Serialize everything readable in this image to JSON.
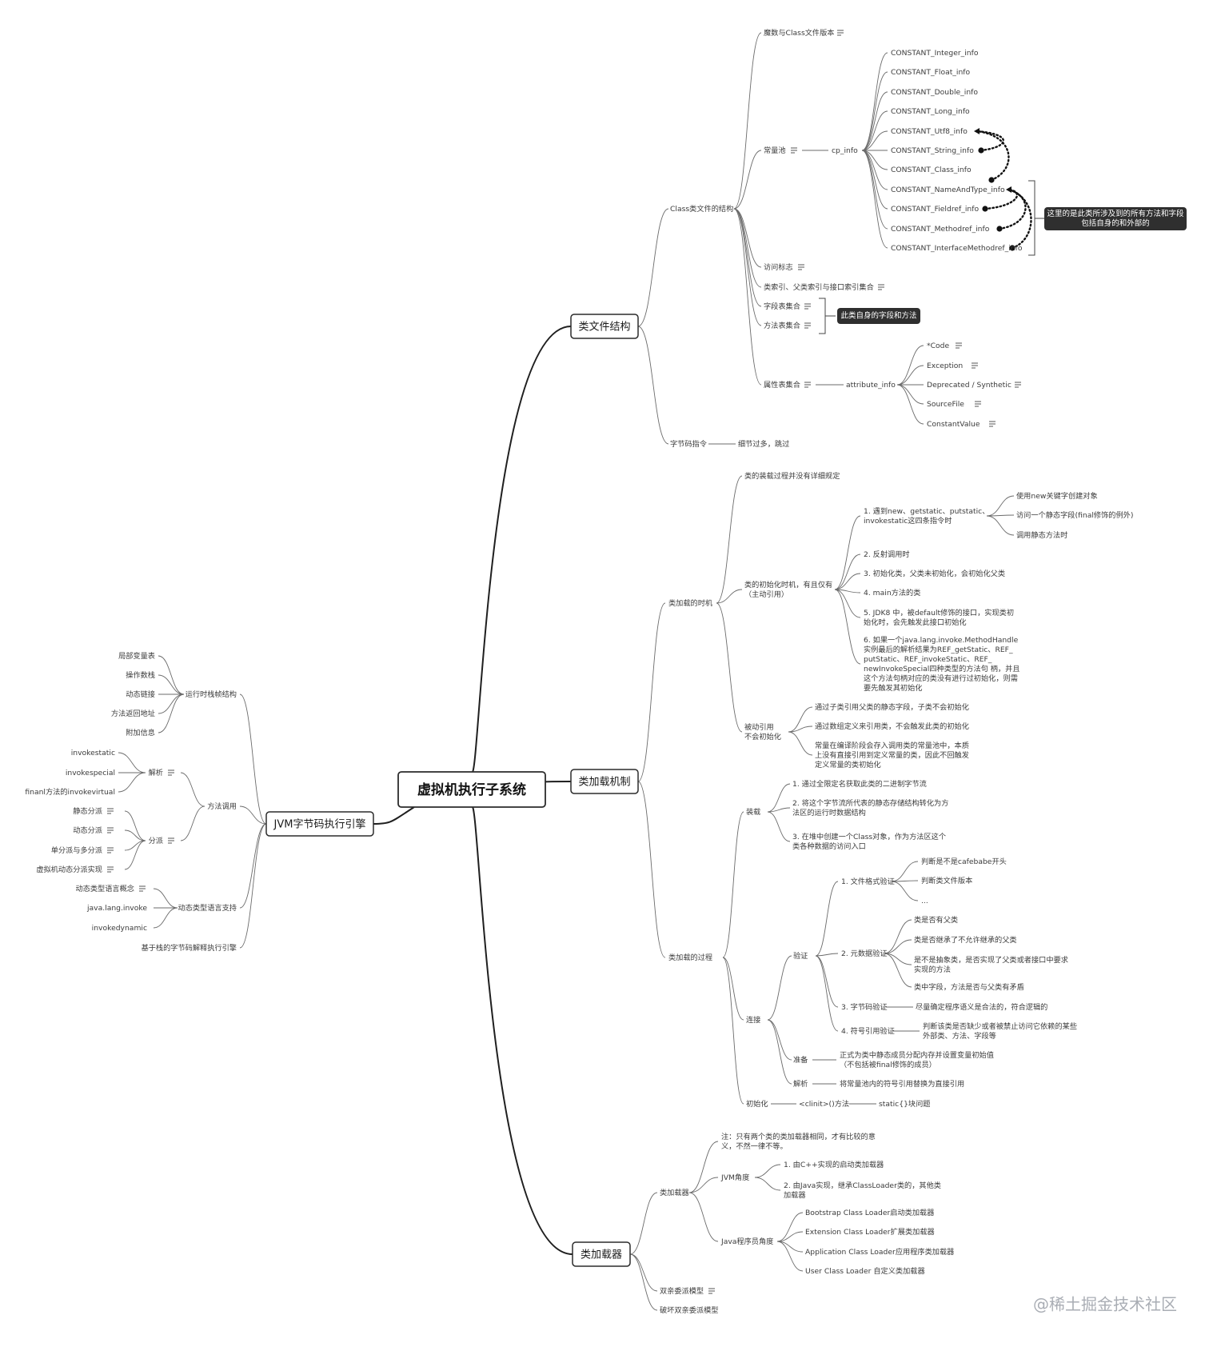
{
  "diagram": {
    "type": "mind-map",
    "root": "虚拟机执行子系统",
    "watermark": "@稀土掘金技术社区",
    "notes": {
      "cp_note_l1": "这里的是此类所涉及到的所有方法和字段",
      "cp_note_l2": "包括自身的和外部的",
      "field_method_note": "此类自身的字段和方法"
    },
    "branches": [
      {
        "label": "类文件结构",
        "children": [
          {
            "label": "Class类文件的结构",
            "children": [
              {
                "label": "魔数与Class文件版本",
                "has_note": true
              },
              {
                "label": "常量池",
                "has_note": true,
                "children": [
                  {
                    "label": "cp_info",
                    "children": [
                      {
                        "label": "CONSTANT_Integer_info"
                      },
                      {
                        "label": "CONSTANT_Float_info"
                      },
                      {
                        "label": "CONSTANT_Double_info"
                      },
                      {
                        "label": "CONSTANT_Long_info"
                      },
                      {
                        "label": "CONSTANT_Utf8_info"
                      },
                      {
                        "label": "CONSTANT_String_info"
                      },
                      {
                        "label": "CONSTANT_Class_info"
                      },
                      {
                        "label": "CONSTANT_NameAndType_info"
                      },
                      {
                        "label": "CONSTANT_Fieldref_info"
                      },
                      {
                        "label": "CONSTANT_Methodref_info"
                      },
                      {
                        "label": "CONSTANT_InterfaceMethodref_info"
                      }
                    ]
                  }
                ]
              },
              {
                "label": "访问标志",
                "has_note": true
              },
              {
                "label": "类索引、父类索引与接口索引集合",
                "has_note": true
              },
              {
                "label": "字段表集合",
                "has_note": true
              },
              {
                "label": "方法表集合",
                "has_note": true
              },
              {
                "label": "属性表集合",
                "has_note": true,
                "children": [
                  {
                    "label": "attribute_info",
                    "children": [
                      {
                        "label": "*Code",
                        "has_note": true
                      },
                      {
                        "label": "Exception",
                        "has_note": true
                      },
                      {
                        "label": "Deprecated / Synthetic",
                        "has_note": true
                      },
                      {
                        "label": "SourceFile",
                        "has_note": true
                      },
                      {
                        "label": "ConstantValue",
                        "has_note": true
                      }
                    ]
                  }
                ]
              }
            ]
          },
          {
            "label": "字节码指令",
            "children": [
              {
                "label": "细节过多，跳过"
              }
            ]
          }
        ]
      },
      {
        "label": "类加载机制",
        "children": [
          {
            "label": "类加载的时机",
            "children": [
              {
                "label": "类的装载过程并没有详细规定"
              },
              {
                "label": "类的初始化时机，有且仅有\n（主动引用）",
                "children": [
                  {
                    "label": "1. 遇到new、getstatic、putstatic、\ninvokestatic这四条指令时",
                    "children": [
                      {
                        "label": "使用new关键字创建对象"
                      },
                      {
                        "label": "访问一个静态字段(final修饰的例外)"
                      },
                      {
                        "label": "调用静态方法时"
                      }
                    ]
                  },
                  {
                    "label": "2. 反射调用时"
                  },
                  {
                    "label": "3. 初始化类，父类未初始化，会初始化父类"
                  },
                  {
                    "label": "4. main方法的类"
                  },
                  {
                    "label": "5. JDK8 中，被default修饰的接口，实现类初\n始化时，会先触发此接口初始化"
                  },
                  {
                    "label": "6. 如果一个java.lang.invoke.MethodHandle\n实例最后的解析结果为REF_getStatic、REF_\nputStatic、REF_invokeStatic、REF_\nnewInvokeSpecial四种类型的方法句 柄，并且\n这个方法句柄对应的类没有进行过初始化，则需\n要先触发其初始化"
                  }
                ]
              },
              {
                "label": "被动引用\n不会初始化",
                "children": [
                  {
                    "label": "通过子类引用父类的静态字段，子类不会初始化"
                  },
                  {
                    "label": "通过数组定义来引用类，不会触发此类的初始化"
                  },
                  {
                    "label": "常量在编译阶段会存入调用类的常量池中，本质\n上没有直接引用到定义常量的类，因此不回触发\n定义常量的类初始化"
                  }
                ]
              }
            ]
          },
          {
            "label": "类加载的过程",
            "children": [
              {
                "label": "装载",
                "children": [
                  {
                    "label": "1. 通过全限定名获取此类的二进制字节流"
                  },
                  {
                    "label": "2. 将这个字节流所代表的静态存储结构转化为方\n法区的运行时数据结构"
                  },
                  {
                    "label": "3. 在堆中创建一个Class对象，作为方法区这个\n类各种数据的访问入口"
                  }
                ]
              },
              {
                "label": "连接",
                "children": [
                  {
                    "label": "验证",
                    "children": [
                      {
                        "label": "1. 文件格式验证",
                        "children": [
                          {
                            "label": "判断是不是cafebabe开头"
                          },
                          {
                            "label": "判断类文件版本"
                          },
                          {
                            "label": "..."
                          }
                        ]
                      },
                      {
                        "label": "2. 元数据验证",
                        "children": [
                          {
                            "label": "类是否有父类"
                          },
                          {
                            "label": "类是否继承了不允许继承的父类"
                          },
                          {
                            "label": "是不是抽象类，是否实现了父类或者接口中要求\n实现的方法"
                          },
                          {
                            "label": "类中字段，方法是否与父类有矛盾"
                          }
                        ]
                      },
                      {
                        "label": "3. 字节码验证",
                        "children": [
                          {
                            "label": "尽量确定程序语义是合法的，符合逻辑的"
                          }
                        ]
                      },
                      {
                        "label": "4. 符号引用验证",
                        "children": [
                          {
                            "label": "判断该类是否缺少或者被禁止访问它依赖的某些\n外部类、方法、字段等"
                          }
                        ]
                      }
                    ]
                  },
                  {
                    "label": "准备",
                    "children": [
                      {
                        "label": "正式为类中静态成员分配内存并设置变量初始值\n（不包括被final修饰的成员）"
                      }
                    ]
                  },
                  {
                    "label": "解析",
                    "children": [
                      {
                        "label": "将常量池内的符号引用替换为直接引用"
                      }
                    ]
                  }
                ]
              },
              {
                "label": "初始化",
                "children": [
                  {
                    "label": "<clinit>()方法",
                    "children": [
                      {
                        "label": "static{}块问题"
                      }
                    ]
                  }
                ]
              }
            ]
          }
        ]
      },
      {
        "label": "类加载器",
        "children": [
          {
            "label": "类加载器",
            "children": [
              {
                "label": "注：只有两个类的类加载器相同，才有比较的意\n义，不然一律不等。"
              },
              {
                "label": "JVM角度",
                "children": [
                  {
                    "label": "1. 由C++实现的启动类加载器"
                  },
                  {
                    "label": "2. 由Java实现，继承ClassLoader类的，其他类\n加载器"
                  }
                ]
              },
              {
                "label": "Java程序员角度",
                "children": [
                  {
                    "label": "Bootstrap Class Loader启动类加载器"
                  },
                  {
                    "label": "Extension Class Loader扩展类加载器"
                  },
                  {
                    "label": "Application Class Loader应用程序类加载器"
                  },
                  {
                    "label": "User Class Loader 自定义类加载器"
                  }
                ]
              }
            ]
          },
          {
            "label": "双亲委派模型",
            "has_note": true
          },
          {
            "label": "破坏双亲委派模型"
          }
        ]
      },
      {
        "label": "JVM字节码执行引擎",
        "children": [
          {
            "label": "运行时栈帧结构",
            "children": [
              {
                "label": "局部变量表"
              },
              {
                "label": "操作数栈"
              },
              {
                "label": "动态链接"
              },
              {
                "label": "方法返回地址"
              },
              {
                "label": "附加信息"
              }
            ]
          },
          {
            "label": "方法调用",
            "children": [
              {
                "label": "解析",
                "has_note": true,
                "children": [
                  {
                    "label": "invokestatic"
                  },
                  {
                    "label": "invokespecial"
                  },
                  {
                    "label": "finanl方法的invokevirtual"
                  }
                ]
              },
              {
                "label": "分派",
                "has_note": true,
                "children": [
                  {
                    "label": "静态分派",
                    "has_note": true
                  },
                  {
                    "label": "动态分派",
                    "has_note": true
                  },
                  {
                    "label": "单分派与多分派",
                    "has_note": true
                  },
                  {
                    "label": "虚拟机动态分派实现",
                    "has_note": true
                  }
                ]
              }
            ]
          },
          {
            "label": "动态类型语言支持",
            "children": [
              {
                "label": "动态类型语言概念",
                "has_note": true
              },
              {
                "label": "java.lang.invoke"
              },
              {
                "label": "invokedynamic"
              }
            ]
          },
          {
            "label": "基于栈的字节码解释执行引擎"
          }
        ]
      }
    ]
  }
}
